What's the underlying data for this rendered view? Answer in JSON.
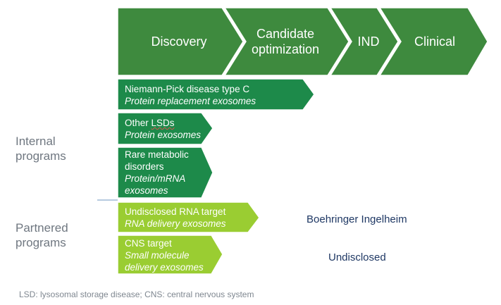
{
  "stages": [
    "Discovery",
    "Candidate optimization",
    "IND",
    "Clinical"
  ],
  "stage_color": "#3e8a3e",
  "internal_color": "#1d8a4a",
  "partnered_color": "#9acd32",
  "categories": {
    "internal": [
      "Internal",
      "programs"
    ],
    "partnered": [
      "Partnered",
      "programs"
    ]
  },
  "programs": {
    "npc": {
      "title": "Niemann-Pick disease type C",
      "subtitle": "Protein replacement exosomes"
    },
    "lsd": {
      "title_prefix": "Other ",
      "title_abbr": "LSDs",
      "subtitle": "Protein exosomes"
    },
    "rare": {
      "lines": [
        "Rare metabolic",
        "disorders"
      ],
      "subtitle_lines": [
        "Protein/mRNA",
        "exosomes"
      ]
    },
    "rna": {
      "title": "Undisclosed RNA target",
      "subtitle": "RNA delivery exosomes",
      "partner": "Boehringer Ingelheim"
    },
    "cns": {
      "title": "CNS target",
      "subtitle_lines": [
        "Small molecule",
        "delivery exosomes"
      ],
      "partner": "Undisclosed"
    }
  },
  "footnote": "LSD: lysosomal storage disease; CNS: central nervous system"
}
